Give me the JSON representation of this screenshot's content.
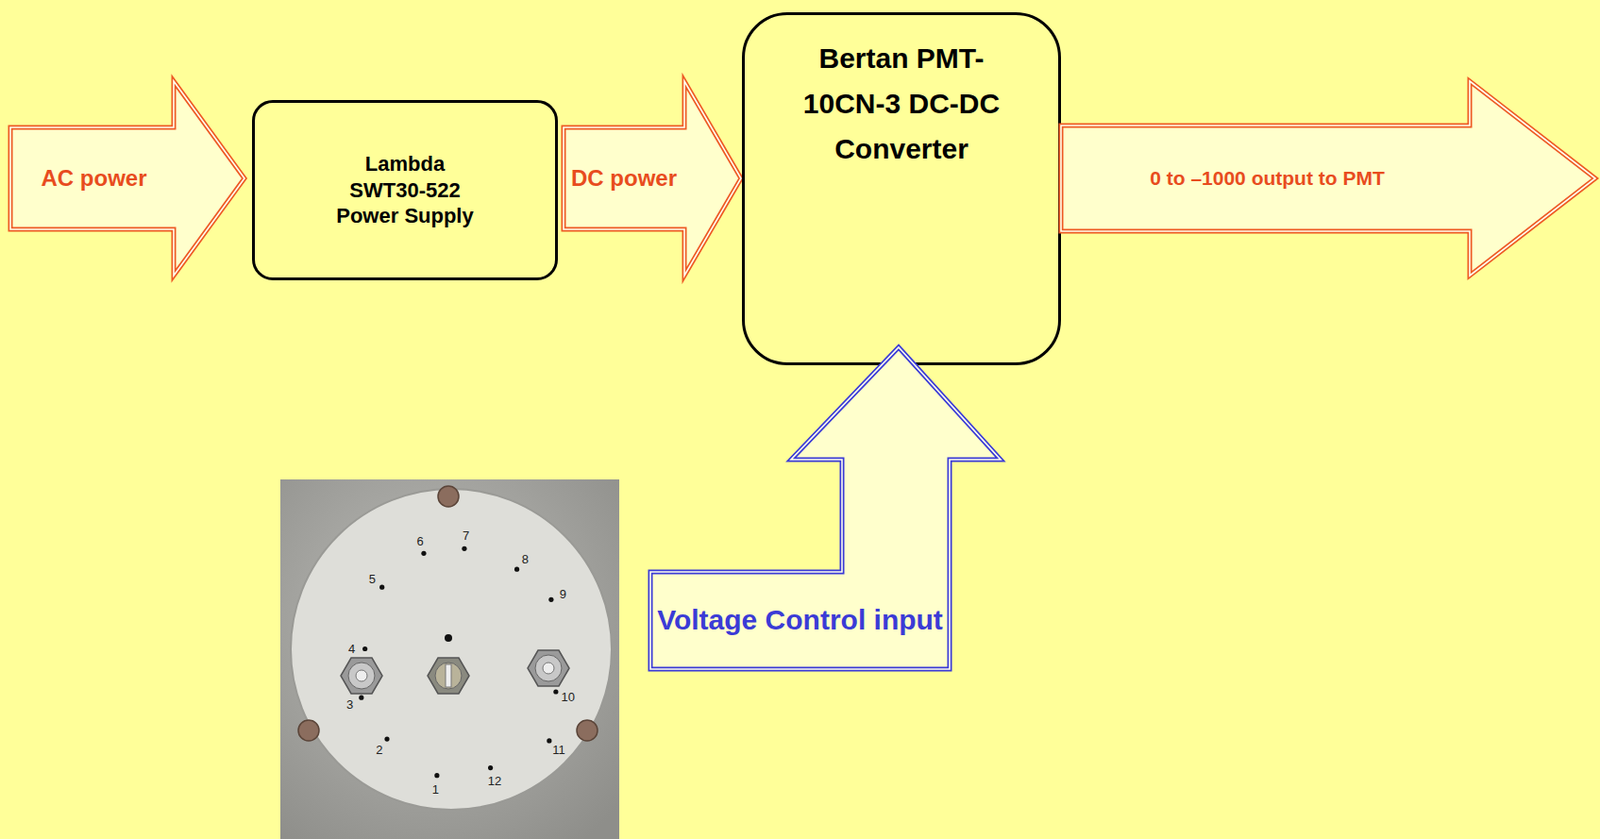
{
  "diagram": {
    "nodes": [
      {
        "text": [
          "AC power"
        ]
      },
      {
        "text": [
          "Lambda SWT30-522 Power Supply"
        ]
      },
      {
        "text": [
          "Bertan PMT-10CN-3 DC-DC Converter"
        ]
      },
      {
        "text": [
          "0 to –1000 output to PMT"
        ]
      },
      {
        "text": [
          "Voltage Control input"
        ]
      }
    ],
    "edges": [
      {
        "from": 1,
        "to": 2,
        "arrow": "to",
        "label": "DC power"
      }
    ],
    "labels": [
      "1",
      "2",
      "3",
      "4",
      "5",
      "6",
      "7",
      "8",
      "9",
      "10",
      "11",
      "12"
    ]
  }
}
